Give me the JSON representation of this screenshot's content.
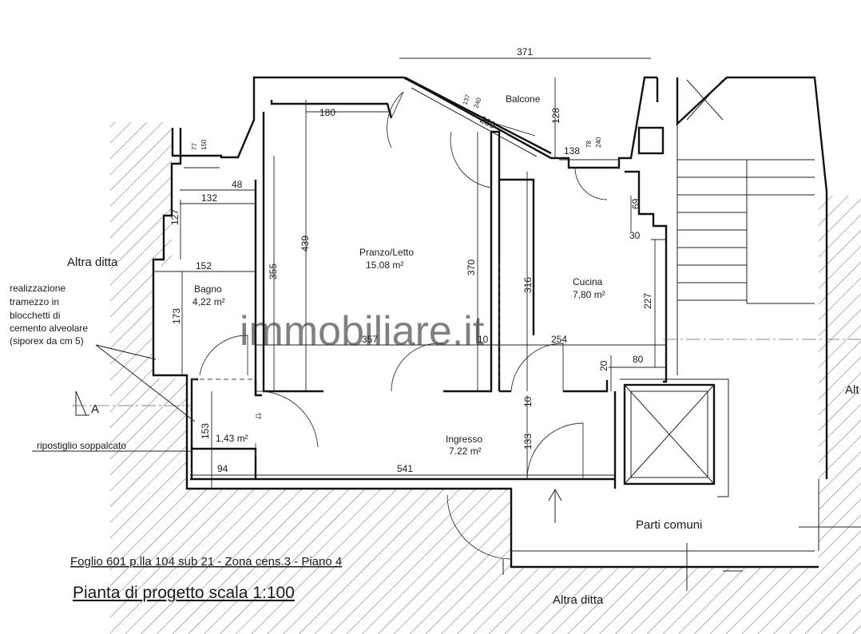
{
  "watermark": "immobiliare.it",
  "rooms": {
    "pranzo": {
      "name": "Pranzo/Letto",
      "area": "15.08 m²"
    },
    "bagno": {
      "name": "Bagno",
      "area": "4,22 m²"
    },
    "cucina": {
      "name": "Cucina",
      "area": "7,80 m²"
    },
    "ingresso": {
      "name": "Ingresso",
      "area": "7.22 m²"
    },
    "ripostiglio": {
      "area": "1,43 m²"
    },
    "balcone": "Balcone",
    "parti_comuni": "Parti comuni"
  },
  "neighbors": {
    "left": "Altra ditta",
    "bottom": "Altra ditta",
    "right": "Alt"
  },
  "notes": {
    "tramezzo": [
      "realizzazione",
      "tramezzo  in",
      "blocchetti di",
      "cemento alveolare",
      "(siporex da cm 5)"
    ],
    "ripostiglio": "ripostiglio soppalcato",
    "section": "A"
  },
  "dimensions": {
    "balcony_width": "371",
    "balcony_depth": "128",
    "diag_230": "230",
    "win_137": "137",
    "win_240a": "240",
    "d_180": "180",
    "d_138": "138",
    "win_78": "78",
    "win_240b": "240",
    "win_77": "77",
    "win_150": "150",
    "d_48": "48",
    "d_132": "132",
    "d_127": "127",
    "d_152": "152",
    "d_173": "173",
    "d_355": "355",
    "d_439": "439",
    "d_370": "370",
    "d_316": "316",
    "d_69": "69",
    "d_30": "30",
    "d_227": "227",
    "d_357": "357",
    "d_10a": "10",
    "d_254": "254",
    "d_20": "20",
    "d_80": "80",
    "d_10b": "10",
    "d_153": "153",
    "d_133": "133",
    "d_94": "94",
    "d_541": "541"
  },
  "footer": {
    "cadastral": "Foglio 601 p.lla 104 sub 21 - Zona cens.3 - Piano 4",
    "title": "Pianta di progetto scala 1:100"
  }
}
